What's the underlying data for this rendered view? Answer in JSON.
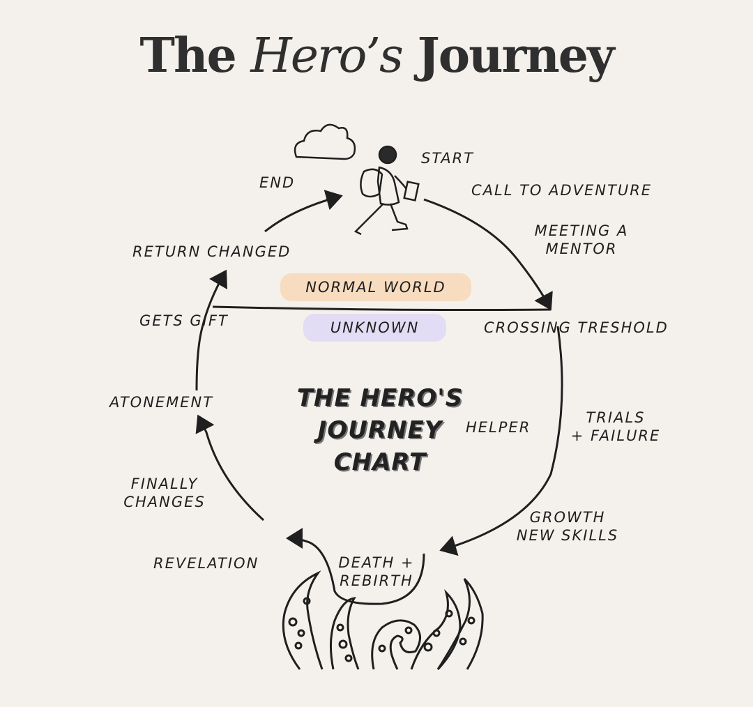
{
  "title": {
    "part1": "The ",
    "part2": "Hero’s",
    "part3": " Journey"
  },
  "labels": {
    "start": "START",
    "end": "END",
    "call_to_adventure": "CALL TO ADVENTURE",
    "meeting_a_mentor_1": "MEETING A",
    "meeting_a_mentor_2": "MENTOR",
    "return_changed": "RETURN CHANGED",
    "gets_gift": "GETS GIFT",
    "crossing_threshold": "CROSSING TRESHOLD",
    "atonement": "ATONEMENT",
    "helper": "HELPER",
    "trials_1": "TRIALS",
    "trials_2": "+ FAILURE",
    "finally_changes_1": "FINALLY",
    "finally_changes_2": "CHANGES",
    "growth_1": "GROWTH",
    "growth_2": "NEW SKILLS",
    "revelation": "REVELATION",
    "death_rebirth_1": "DEATH +",
    "death_rebirth_2": "REBIRTH"
  },
  "zones": {
    "normal_world": "NORMAL WORLD",
    "unknown": "UNKNOWN"
  },
  "center": {
    "line1": "THE HERO'S",
    "line2": "JOURNEY",
    "line3": "CHART"
  },
  "colors": {
    "normal_world_pill": "#f8dcc0",
    "unknown_pill": "#e3dcf5",
    "ink": "#1f1f1f",
    "background": "#f4f1ec"
  },
  "icons": [
    "cloud-icon",
    "hiker-icon",
    "tentacles-icon",
    "arrow-icon"
  ]
}
